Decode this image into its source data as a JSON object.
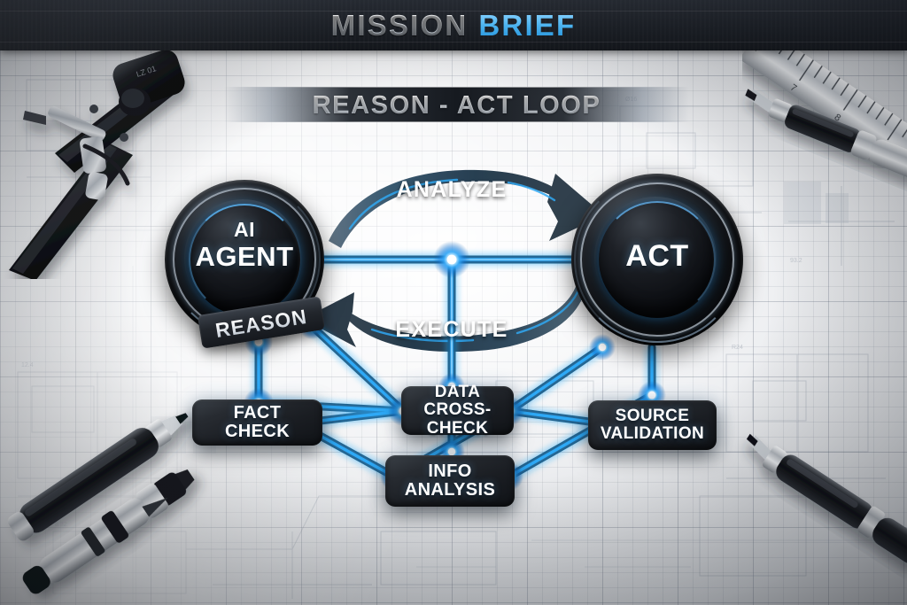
{
  "header": {
    "title_part1": "MISSION",
    "title_part2": "BRIEF"
  },
  "section": {
    "title": "REASON - ACT LOOP"
  },
  "diagram": {
    "nodes": [
      {
        "id": "ai-agent",
        "label_line1": "AI",
        "label_line2": "AGENT",
        "sub_label": "REASON"
      },
      {
        "id": "act",
        "label_line1": "ACT",
        "label_line2": "",
        "sub_label": ""
      }
    ],
    "flows": [
      {
        "id": "analyze",
        "label": "ANALYZE",
        "direction": "right"
      },
      {
        "id": "execute",
        "label": "EXECUTE",
        "direction": "left"
      }
    ],
    "cards": [
      {
        "id": "fact-check",
        "line1": "FACT CHECK",
        "line2": ""
      },
      {
        "id": "data-cross-check",
        "line1": "DATA",
        "line2": "CROSS-CHECK"
      },
      {
        "id": "source-validation",
        "line1": "SOURCE",
        "line2": "VALIDATION"
      },
      {
        "id": "info-analysis",
        "line1": "INFO",
        "line2": "ANALYSIS"
      }
    ]
  },
  "colors": {
    "accent_cyan": "#29a8f5",
    "accent_glow": "#8fd8ff",
    "node_dark": "#14171c",
    "header_dark": "#1b1f25",
    "paper": "#eceef0"
  },
  "desk_objects": [
    {
      "id": "compass",
      "name": "drafting-compass"
    },
    {
      "id": "ruler",
      "name": "steel-ruler"
    },
    {
      "id": "pen-top-right",
      "name": "pen"
    },
    {
      "id": "pen-bottom-left-1",
      "name": "pen"
    },
    {
      "id": "pen-bottom-left-2",
      "name": "pen"
    },
    {
      "id": "pen-bottom-right",
      "name": "pen"
    }
  ]
}
